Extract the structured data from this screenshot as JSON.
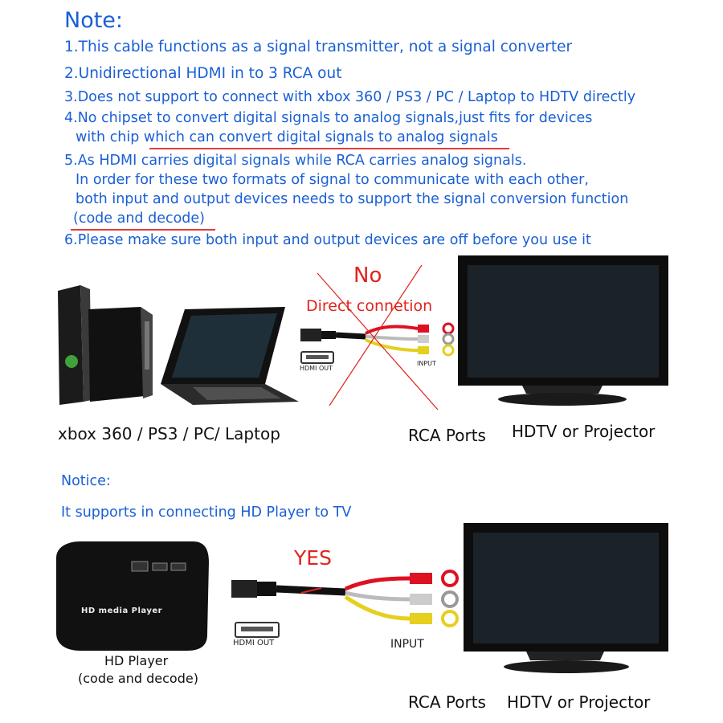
{
  "note": {
    "title": "Note:",
    "lines": [
      "1.This cable functions as a signal transmitter, not a signal converter",
      "2.Unidirectional HDMI in to 3 RCA out",
      "3.Does not support to connect with xbox 360 / PS3 / PC / Laptop to HDTV directly",
      "4.No chipset to convert digital signals to analog signals,just fits for devices",
      "with chip which can convert digital signals to analog signals",
      "5.As HDMI carries digital signals while RCA carries analog signals.",
      "In order for these two formats of signal to communicate with each other,",
      "both input and output devices needs to support the signal conversion function",
      "(code and decode)",
      "6.Please make sure both input and output devices are off before you use it"
    ]
  },
  "top_diagram": {
    "no_label": "No",
    "direct_label": "Direct conneti​on",
    "hdmi_out": "HDMI OUT",
    "input": "INPUT",
    "devices_label": "xbox 360 / PS3 / PC/ Laptop",
    "rca_label": "RCA Ports",
    "tv_label": "HDTV or Projector"
  },
  "bottom_diagram": {
    "notice": "Notice:",
    "notice_text": "It supports in connecting HD Player to TV",
    "yes_label": "YES",
    "hdmi_out": "HDMI OUT",
    "input": "INPUT",
    "player_screen_text": "HD media Player",
    "player_label": "HD Player",
    "player_sub": "(code and decode)",
    "rca_label": "RCA Ports",
    "tv_label": "HDTV or Projector"
  },
  "colors": {
    "note_blue": "#1a5fd6",
    "underline_red": "#e23b3b",
    "cross_red": "#e0241d"
  }
}
